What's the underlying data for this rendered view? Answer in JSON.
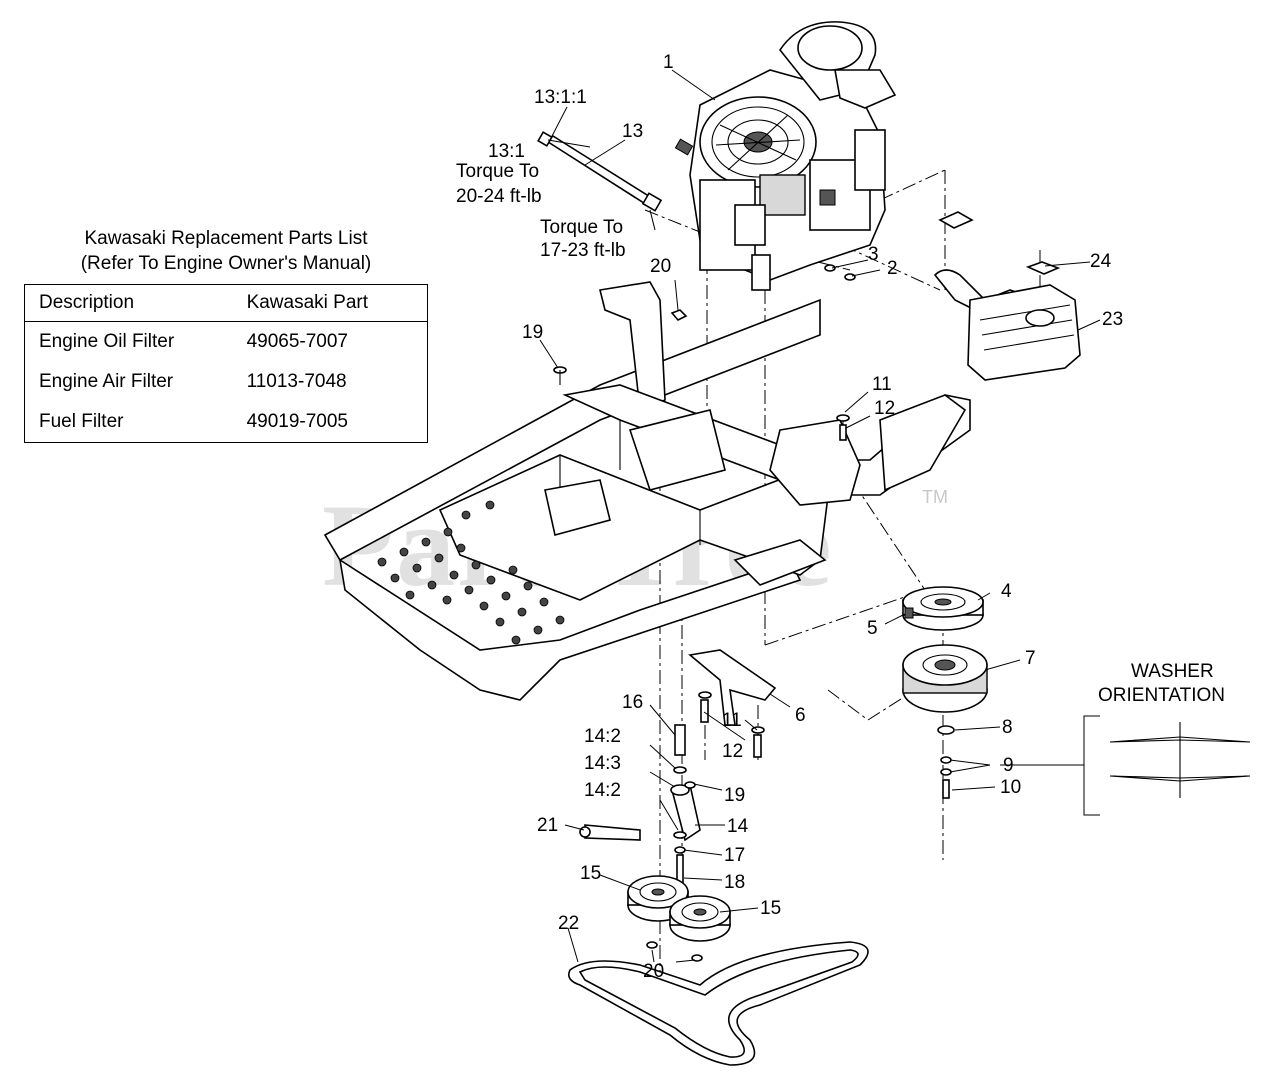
{
  "table": {
    "title_line1": "Kawasaki Replacement Parts List",
    "title_line2": "(Refer To Engine Owner's Manual)",
    "headers": [
      "Description",
      "Kawasaki Part"
    ],
    "rows": [
      [
        "Engine Oil Filter",
        "49065-7007"
      ],
      [
        "Engine Air Filter",
        "11013-7048"
      ],
      [
        "Fuel Filter",
        "49019-7005"
      ]
    ]
  },
  "notes": {
    "torque_a_line1": "Torque To",
    "torque_a_line2": "20-24 ft-lb",
    "torque_b_line1": "Torque To",
    "torque_b_line2": "17-23 ft-lb",
    "washer_line1": "WASHER",
    "washer_line2": "ORIENTATION"
  },
  "watermark": {
    "text": "PartsTree",
    "tm": "TM"
  },
  "callouts": {
    "c1": "1",
    "c2": "2",
    "c3": "3",
    "c4": "4",
    "c5": "5",
    "c6": "6",
    "c7": "7",
    "c8": "8",
    "c9": "9",
    "c10": "10",
    "c11a": "11",
    "c11b": "11",
    "c12a": "12",
    "c12b": "12",
    "c13": "13",
    "c13_1": "13:1",
    "c13_1_1": "13:1:1",
    "c14": "14",
    "c14_2a": "14:2",
    "c14_3": "14:3",
    "c14_2b": "14:2",
    "c15a": "15",
    "c15b": "15",
    "c16": "16",
    "c17": "17",
    "c18": "18",
    "c19a": "19",
    "c19b": "19",
    "c20a": "20",
    "c20b": "20",
    "c21": "21",
    "c22": "22",
    "c23": "23",
    "c24": "24"
  }
}
